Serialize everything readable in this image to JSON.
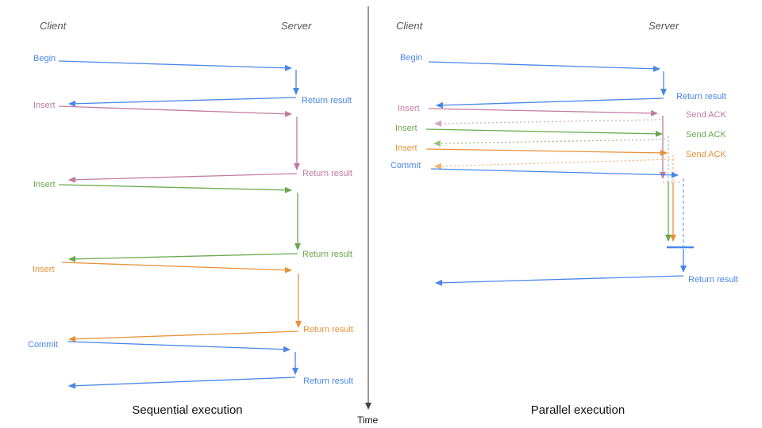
{
  "diagram": {
    "time_label": "Time",
    "left": {
      "title": "Sequential execution",
      "client_header": "Client",
      "server_header": "Server",
      "rows": [
        {
          "op": "Begin",
          "result": "Return result"
        },
        {
          "op": "Insert",
          "result": "Return result"
        },
        {
          "op": "Insert",
          "result": "Return result"
        },
        {
          "op": "Insert",
          "result": "Return result"
        },
        {
          "op": "Commit",
          "result": "Return result"
        }
      ]
    },
    "right": {
      "title": "Parallel execution",
      "client_header": "Client",
      "server_header": "Server",
      "rows": [
        {
          "op": "Begin",
          "result": "Return result"
        },
        {
          "op": "Insert",
          "result": "Send ACK"
        },
        {
          "op": "Insert",
          "result": "Send ACK"
        },
        {
          "op": "Insert",
          "result": "Send ACK"
        },
        {
          "op": "Commit"
        }
      ],
      "final_result": "Return result"
    },
    "colors": {
      "blue": "#4a86e8",
      "blue_light": "#6d9eeb",
      "pink": "#c27ba0",
      "pink_light": "#d5a6bd",
      "green": "#6aa84f",
      "green_light": "#93c47d",
      "orange": "#e69138",
      "orange_light": "#f6b26b",
      "axis": "#444444"
    }
  }
}
